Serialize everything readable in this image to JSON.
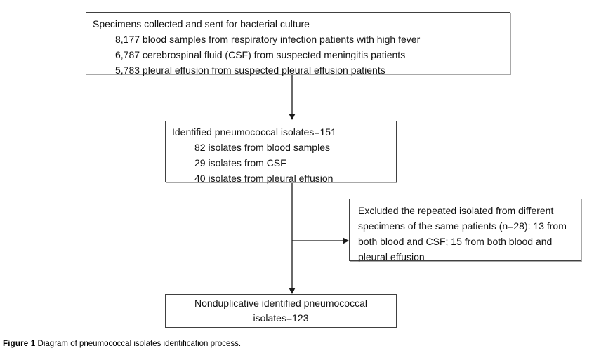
{
  "figure": {
    "boxes": {
      "specimens": {
        "title": "Specimens collected and sent for bacterial culture",
        "items": [
          "8,177 blood samples from respiratory infection patients with high fever",
          "6,787 cerebrospinal fluid (CSF) from suspected meningitis patients",
          "5,783 pleural effusion from suspected pleural effusion patients"
        ]
      },
      "identified": {
        "title": "Identified pneumococcal isolates=151",
        "items": [
          "82 isolates from blood samples",
          "29 isolates from CSF",
          "40 isolates from pleural effusion"
        ]
      },
      "excluded": {
        "text": "Excluded the repeated isolated from different specimens of the same patients (n=28): 13 from both blood and CSF; 15 from both blood and pleural effusion"
      },
      "nonduplicative": {
        "text": "Nonduplicative identified pneumococcal isolates=123"
      }
    },
    "caption": {
      "label": "Figure 1",
      "text": " Diagram of pneumococcal isolates identification process."
    },
    "colors": {
      "border": "#404040",
      "arrow": "#1a1a1a",
      "text": "#111111",
      "background": "#ffffff"
    }
  }
}
